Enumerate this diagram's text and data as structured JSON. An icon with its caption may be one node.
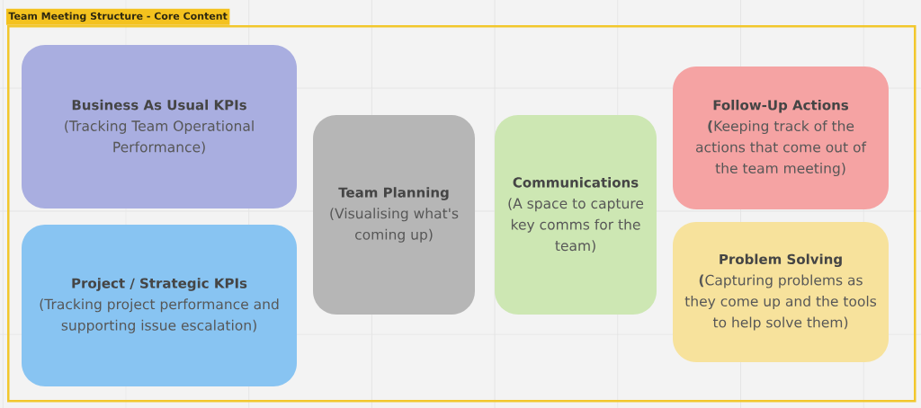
{
  "diagram": {
    "nodes": [
      {
        "text": [
          "Team Meeting Structure - Core Content"
        ]
      },
      {
        "text": [
          "Business As Usual KPIs",
          "(Tracking Team Operational Performance)"
        ],
        "in": 0
      },
      {
        "text": [
          "Project / Strategic KPIs",
          "(Tracking project performance and supporting issue escalation)"
        ],
        "in": 0
      },
      {
        "text": [
          "Team Planning",
          "(Visualising what's coming up)"
        ],
        "in": 0
      },
      {
        "text": [
          "Communications",
          "(A space to capture key comms for the team)"
        ],
        "in": 0
      },
      {
        "text": [
          "Follow-Up Actions",
          "**(**Keeping track of the actions that come out of the team meeting)"
        ],
        "in": 0
      },
      {
        "text": [
          "Problem Solving",
          "**(**Capturing problems as they come up and the tools to help solve them)"
        ],
        "in": 0
      }
    ]
  }
}
